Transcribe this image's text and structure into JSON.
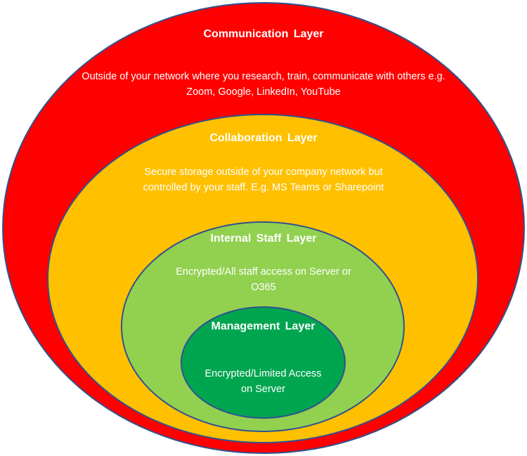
{
  "layers": {
    "communication": {
      "title": "Communication Layer",
      "description": "Outside of your network where you research, train, communicate with others e.g. Zoom, Google, LinkedIn, YouTube",
      "color": "#ff0000"
    },
    "collaboration": {
      "title": "Collaboration Layer",
      "description": "Secure storage outside of your company network but controlled by your staff. E.g. MS Teams or Sharepoint",
      "color": "#ffc000"
    },
    "internal_staff": {
      "title": "Internal Staff Layer",
      "description": "Encrypted/All staff access on Server or O365",
      "color": "#92d050"
    },
    "management": {
      "title": "Management Layer",
      "description": "Encrypted/Limited Access on Server",
      "color": "#00a550"
    }
  },
  "outline_color": "#2f528f",
  "text_color": "#ffffff"
}
